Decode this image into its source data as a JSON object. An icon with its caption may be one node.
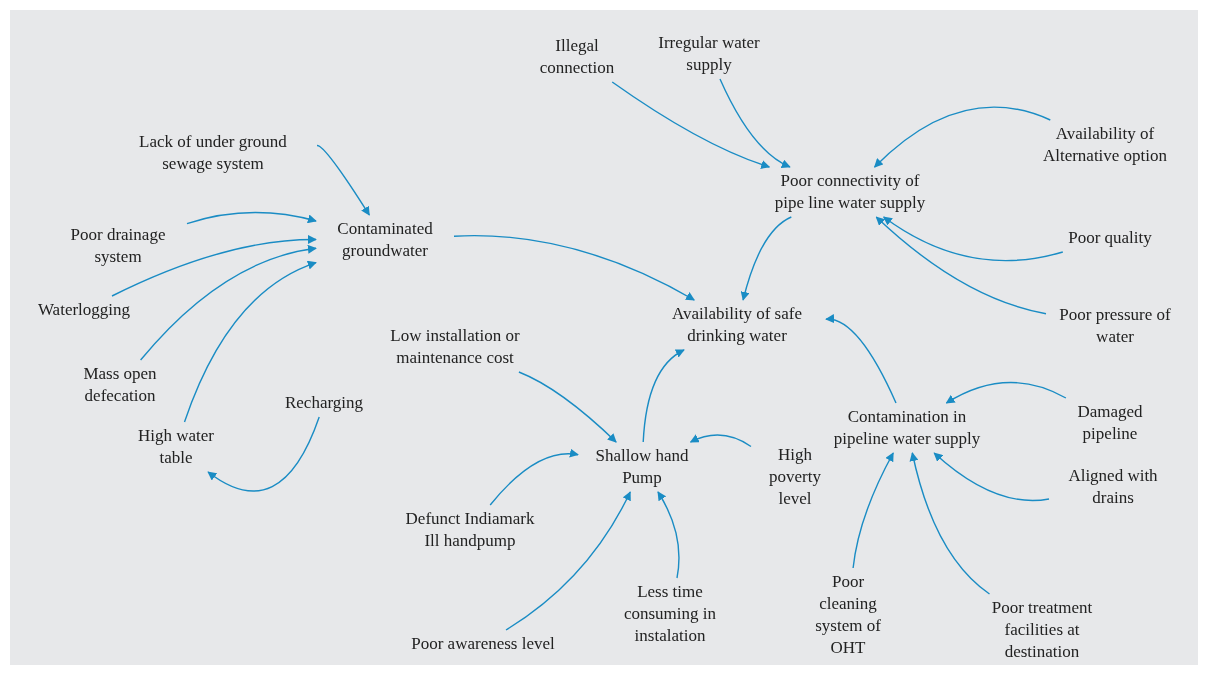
{
  "diagram": {
    "nodes": [
      {
        "text": [
          "Contaminated groundwater"
        ]
      },
      {
        "text": [
          "Poor connectivity of pipe line water supply"
        ]
      },
      {
        "text": [
          "Availability of safe drinking water"
        ]
      },
      {
        "text": [
          "Shallow hand Pump"
        ]
      },
      {
        "text": [
          "Contamination in pipeline water supply"
        ]
      },
      {
        "text": [
          "Illegal connection"
        ]
      },
      {
        "text": [
          "Irregular water supply"
        ]
      },
      {
        "text": [
          "Availability of Alternative option"
        ]
      },
      {
        "text": [
          "Poor quality"
        ]
      },
      {
        "text": [
          "Poor pressure of water"
        ]
      },
      {
        "text": [
          "Lack of under ground sewage system"
        ]
      },
      {
        "text": [
          "Poor drainage system"
        ]
      },
      {
        "text": [
          "Waterlogging"
        ]
      },
      {
        "text": [
          "Mass open defecation"
        ]
      },
      {
        "text": [
          "High water table"
        ]
      },
      {
        "text": [
          "Recharging"
        ]
      },
      {
        "text": [
          "Low installation or maintenance cost"
        ]
      },
      {
        "text": [
          "Defunct Indiamark Ill handpump"
        ]
      },
      {
        "text": [
          "High poverty level"
        ]
      },
      {
        "text": [
          "Poor awareness level"
        ]
      },
      {
        "text": [
          "Less time consuming in instalation"
        ]
      },
      {
        "text": [
          "Damaged pipeline"
        ]
      },
      {
        "text": [
          "Aligned with drains"
        ]
      },
      {
        "text": [
          "Poor cleaning system of OHT"
        ]
      },
      {
        "text": [
          "Poor treatment facilities at destination"
        ]
      }
    ],
    "edges": [
      {
        "from": 10,
        "to": 0,
        "arrow": "to"
      },
      {
        "from": 11,
        "to": 0,
        "arrow": "to"
      },
      {
        "from": 12,
        "to": 0,
        "arrow": "to"
      },
      {
        "from": 13,
        "to": 0,
        "arrow": "to"
      },
      {
        "from": 14,
        "to": 0,
        "arrow": "to"
      },
      {
        "from": 15,
        "to": 14,
        "arrow": "to"
      },
      {
        "from": 0,
        "to": 2,
        "arrow": "to"
      },
      {
        "from": 5,
        "to": 1,
        "arrow": "to"
      },
      {
        "from": 6,
        "to": 1,
        "arrow": "to"
      },
      {
        "from": 7,
        "to": 1,
        "arrow": "to"
      },
      {
        "from": 8,
        "to": 1,
        "arrow": "to"
      },
      {
        "from": 9,
        "to": 1,
        "arrow": "to"
      },
      {
        "from": 1,
        "to": 2,
        "arrow": "to"
      },
      {
        "from": 4,
        "to": 2,
        "arrow": "to"
      },
      {
        "from": 16,
        "to": 3,
        "arrow": "to"
      },
      {
        "from": 3,
        "to": 2,
        "arrow": "to"
      },
      {
        "from": 17,
        "to": 3,
        "arrow": "to"
      },
      {
        "from": 18,
        "to": 3,
        "arrow": "to"
      },
      {
        "from": 19,
        "to": 3,
        "arrow": "to"
      },
      {
        "from": 20,
        "to": 3,
        "arrow": "to"
      },
      {
        "from": 21,
        "to": 4,
        "arrow": "to"
      },
      {
        "from": 22,
        "to": 4,
        "arrow": "to"
      },
      {
        "from": 23,
        "to": 4,
        "arrow": "to"
      },
      {
        "from": 24,
        "to": 4,
        "arrow": "to"
      }
    ]
  }
}
